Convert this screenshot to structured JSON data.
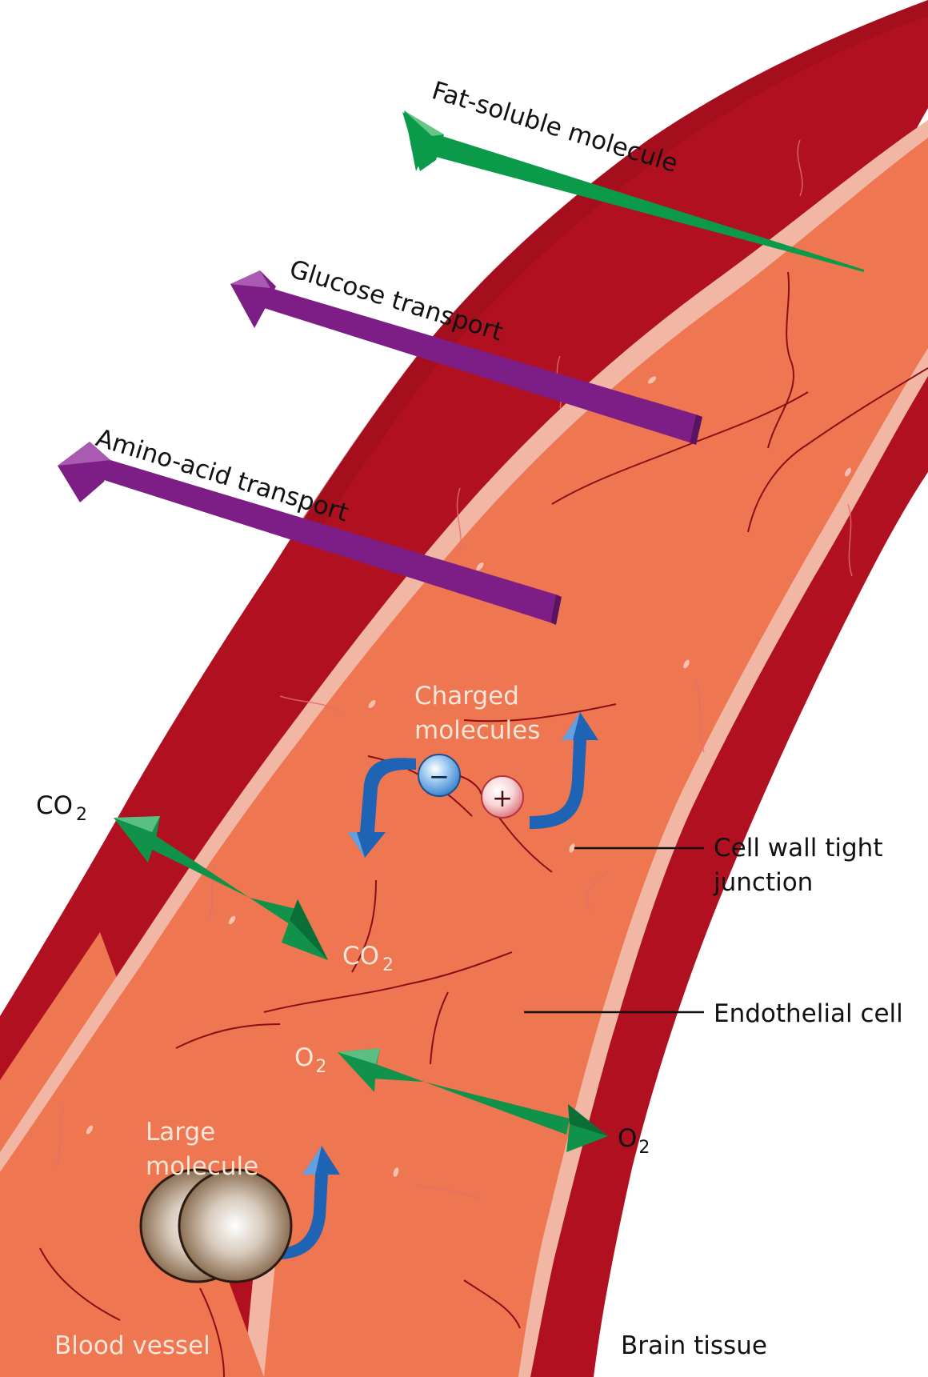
{
  "labels": {
    "fat_soluble": "Fat-soluble molecule",
    "glucose": "Glucose transport",
    "amino_acid": "Amino-acid transport",
    "charged_line1": "Charged",
    "charged_line2": "molecules",
    "co2_outside": "CO",
    "co2_outside_sub": "2",
    "co2_inside": "CO",
    "co2_inside_sub": "2",
    "o2_inside": "O",
    "o2_inside_sub": "2",
    "o2_outside": "O",
    "o2_outside_sub": "2",
    "tight_junction_line1": "Cell wall tight",
    "tight_junction_line2": "junction",
    "endothelial": "Endothelial cell",
    "large_line1": "Large",
    "large_line2": "molecule",
    "blood_vessel": "Blood vessel",
    "brain_tissue": "Brain tissue",
    "minus_sign": "−",
    "plus_sign": "+"
  },
  "colors": {
    "vessel_wall": "#b01020",
    "vessel_wall_dark": "#9a0d1b",
    "membrane": "#f1b7a4",
    "lumen": "#ee7650",
    "crack_line": "#8a0e16",
    "fat_arrow": "#0b9a4a",
    "transport_arrow": "#7d1e87",
    "transport_arrow_dark": "#5a1363",
    "gas_arrow": "#10924a",
    "blue_arrow": "#1f63b4",
    "negative_ion": "#7fb7e8",
    "positive_ion": "#f6c4c7",
    "large_molecule": "#8b6a4a",
    "label_dark": "#111111",
    "label_light": "#fde6da"
  }
}
